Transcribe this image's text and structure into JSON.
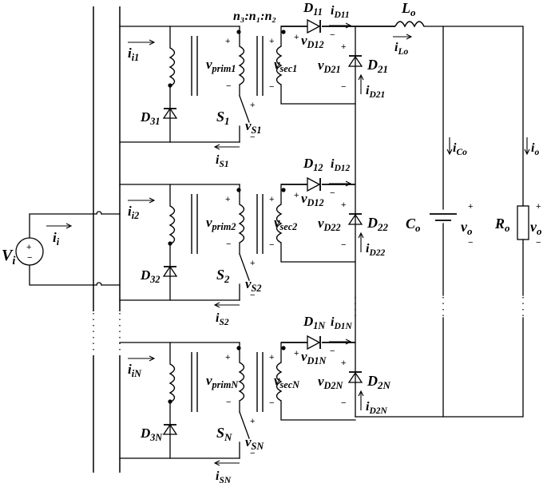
{
  "source": {
    "label": "V",
    "sub": "i"
  },
  "input_current": {
    "label": "i",
    "sub": "i"
  },
  "turns_ratio": "n₃:n₁:n₂",
  "output": {
    "inductor": {
      "label": "L",
      "sub": "o"
    },
    "inductor_current": {
      "label": "i",
      "sub": "Lo"
    },
    "diode_current": {
      "label": "i",
      "sub": "D11"
    },
    "capacitor": {
      "label": "C",
      "sub": "o"
    },
    "capacitor_current": {
      "label": "i",
      "sub": "Co"
    },
    "capacitor_voltage": {
      "label": "v",
      "sub": "o"
    },
    "resistor": {
      "label": "R",
      "sub": "o"
    },
    "resistor_current": {
      "label": "i",
      "sub": "o"
    },
    "resistor_voltage": {
      "label": "v",
      "sub": "o"
    }
  },
  "stages": [
    {
      "i_in": {
        "label": "i",
        "sub": "i1"
      },
      "v_prim": {
        "label": "v",
        "sub": "prim1"
      },
      "v_sec": {
        "label": "v",
        "sub": "sec1"
      },
      "d3": {
        "label": "D",
        "sub": "31"
      },
      "sw": {
        "label": "S",
        "sub": "1"
      },
      "v_sw": {
        "label": "v",
        "sub": "S1"
      },
      "i_sw": {
        "label": "i",
        "sub": "S1"
      },
      "d1": {
        "label": "D",
        "sub": "11"
      },
      "v_d1": {
        "label": "v",
        "sub": "D12"
      },
      "d2": {
        "label": "D",
        "sub": "21"
      },
      "v_d2": {
        "label": "v",
        "sub": "D21"
      },
      "i_d2": {
        "label": "i",
        "sub": "D21"
      },
      "i_d1": null
    },
    {
      "i_in": {
        "label": "i",
        "sub": "i2"
      },
      "v_prim": {
        "label": "v",
        "sub": "prim2"
      },
      "v_sec": {
        "label": "v",
        "sub": "sec2"
      },
      "d3": {
        "label": "D",
        "sub": "32"
      },
      "sw": {
        "label": "S",
        "sub": "2"
      },
      "v_sw": {
        "label": "v",
        "sub": "S2"
      },
      "i_sw": {
        "label": "i",
        "sub": "S2"
      },
      "d1": {
        "label": "D",
        "sub": "12"
      },
      "v_d1": {
        "label": "v",
        "sub": "D12"
      },
      "d2": {
        "label": "D",
        "sub": "22"
      },
      "v_d2": {
        "label": "v",
        "sub": "D22"
      },
      "i_d2": {
        "label": "i",
        "sub": "D22"
      },
      "i_d1": {
        "label": "i",
        "sub": "D12"
      }
    },
    {
      "i_in": {
        "label": "i",
        "sub": "iN"
      },
      "v_prim": {
        "label": "v",
        "sub": "primN"
      },
      "v_sec": {
        "label": "v",
        "sub": "secN"
      },
      "d3": {
        "label": "D",
        "sub": "3N"
      },
      "sw": {
        "label": "S",
        "sub": "N"
      },
      "v_sw": {
        "label": "v",
        "sub": "SN"
      },
      "i_sw": {
        "label": "i",
        "sub": "SN"
      },
      "d1": {
        "label": "D",
        "sub": "1N"
      },
      "v_d1": {
        "label": "v",
        "sub": "D1N"
      },
      "d2": {
        "label": "D",
        "sub": "2N"
      },
      "v_d2": {
        "label": "v",
        "sub": "D2N"
      },
      "i_d2": {
        "label": "i",
        "sub": "D2N"
      },
      "i_d1": {
        "label": "i",
        "sub": "D1N"
      }
    }
  ]
}
